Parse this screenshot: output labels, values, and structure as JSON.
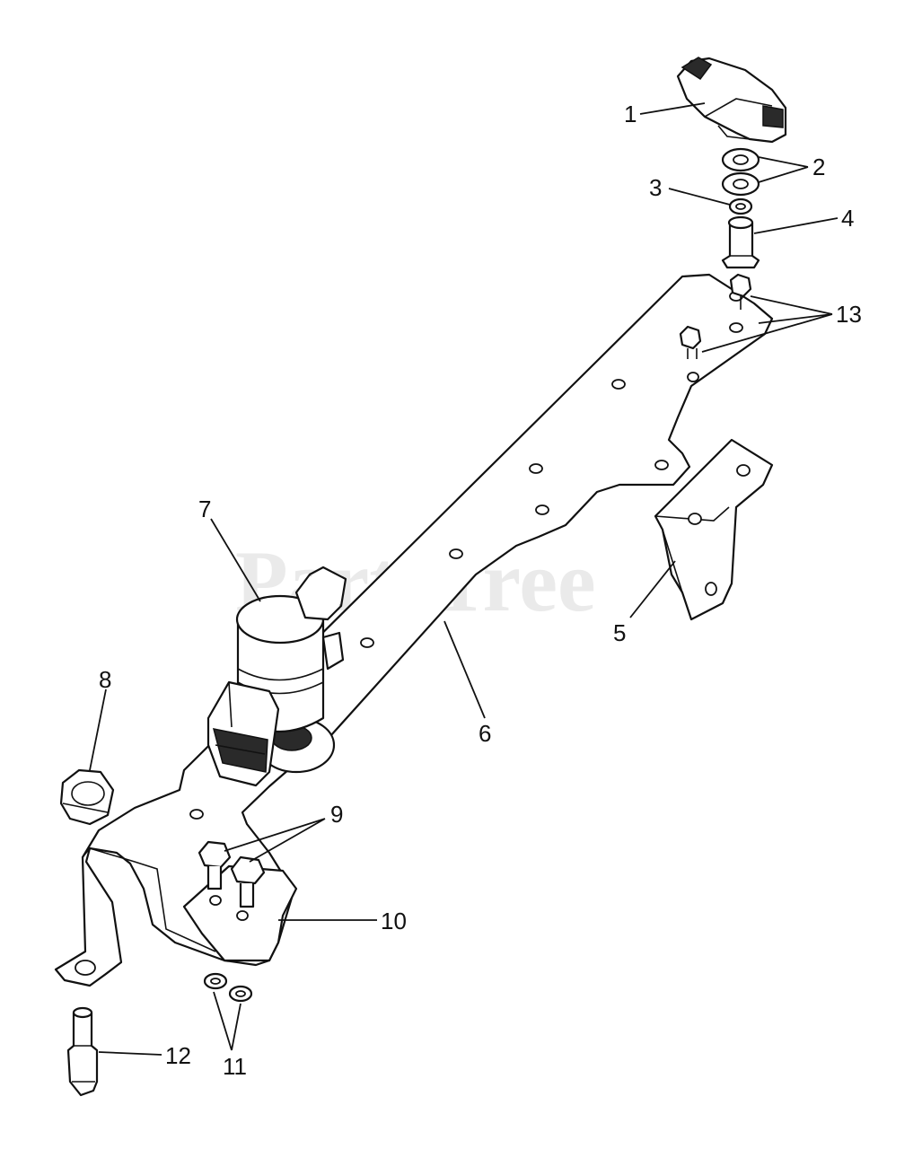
{
  "watermark": {
    "text": "PartsTree",
    "trademark": "™"
  },
  "callouts": [
    {
      "id": "1",
      "label": "1"
    },
    {
      "id": "2",
      "label": "2"
    },
    {
      "id": "3",
      "label": "3"
    },
    {
      "id": "4",
      "label": "4"
    },
    {
      "id": "5",
      "label": "5"
    },
    {
      "id": "6",
      "label": "6"
    },
    {
      "id": "7",
      "label": "7"
    },
    {
      "id": "8",
      "label": "8"
    },
    {
      "id": "9",
      "label": "9"
    },
    {
      "id": "10",
      "label": "10"
    },
    {
      "id": "11",
      "label": "11"
    },
    {
      "id": "12",
      "label": "12"
    },
    {
      "id": "13",
      "label": "13"
    }
  ],
  "colors": {
    "line": "#111111",
    "background": "#ffffff",
    "watermark": "#d9d9d9"
  }
}
